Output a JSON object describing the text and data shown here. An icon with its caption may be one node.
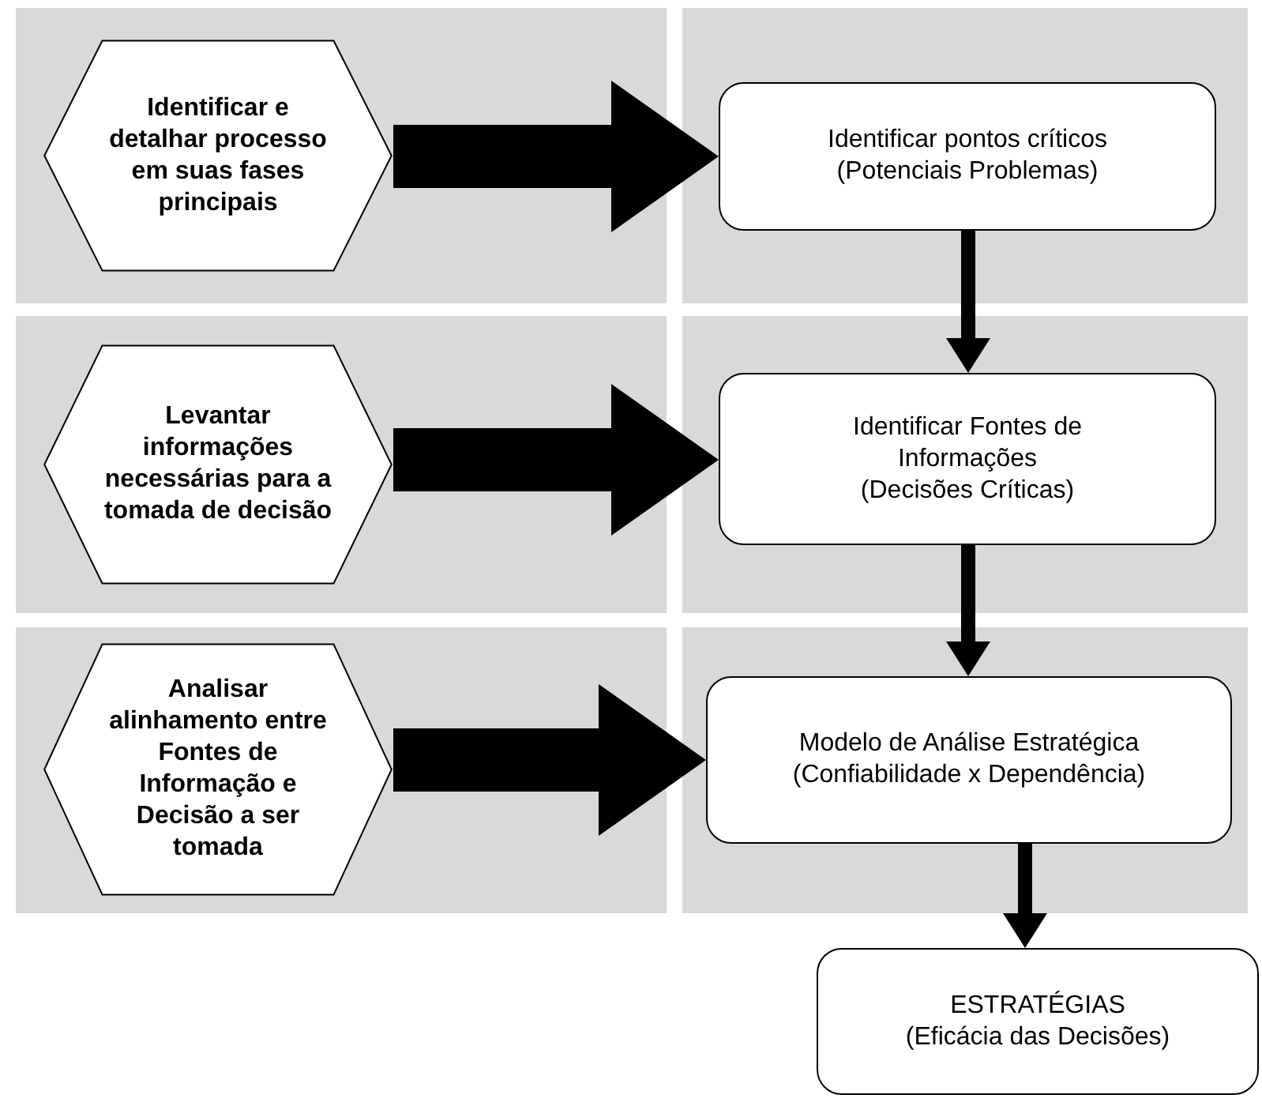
{
  "diagram": {
    "nodes": [
      {
        "text": [],
        "shape": "box"
      },
      {
        "text": [
          "Identificar e detalhar processo em suas fases principais"
        ],
        "in": 0
      },
      {
        "text": [],
        "shape": "box"
      },
      {
        "text": [
          "Identificar pontos críticos",
          "(Potenciais Problemas)"
        ],
        "in": 2
      },
      {
        "text": [],
        "shape": "box"
      },
      {
        "text": [
          "Levantar informações necessárias para a tomada de decisão"
        ],
        "in": 4
      },
      {
        "text": [],
        "shape": "box"
      },
      {
        "text": [
          "Identificar Fontes de Informações",
          "(Decisões Críticas)"
        ],
        "in": 6
      },
      {
        "text": [],
        "shape": "box"
      },
      {
        "text": [
          "Analisar alinhamento entre Fontes de Informação e Decisão a ser tomada"
        ],
        "in": 8
      },
      {
        "text": [],
        "shape": "box"
      },
      {
        "text": [
          "Modelo de Análise Estratégica",
          "(Confiabilidade x Dependência)"
        ],
        "in": 10
      },
      {
        "text": [
          "ESTRATÉGIAS",
          "(Eficácia das Decisões)"
        ]
      }
    ],
    "edges": [
      {
        "from": 1,
        "to": 3,
        "arrow": "to",
        "style": "thick"
      },
      {
        "from": 3,
        "to": 7,
        "arrow": "to"
      },
      {
        "from": 5,
        "to": 7,
        "arrow": "to",
        "style": "thick"
      },
      {
        "from": 7,
        "to": 11,
        "arrow": "to"
      },
      {
        "from": 9,
        "to": 11,
        "arrow": "to",
        "style": "thick"
      },
      {
        "from": 11,
        "to": 12,
        "arrow": "to"
      }
    ]
  }
}
